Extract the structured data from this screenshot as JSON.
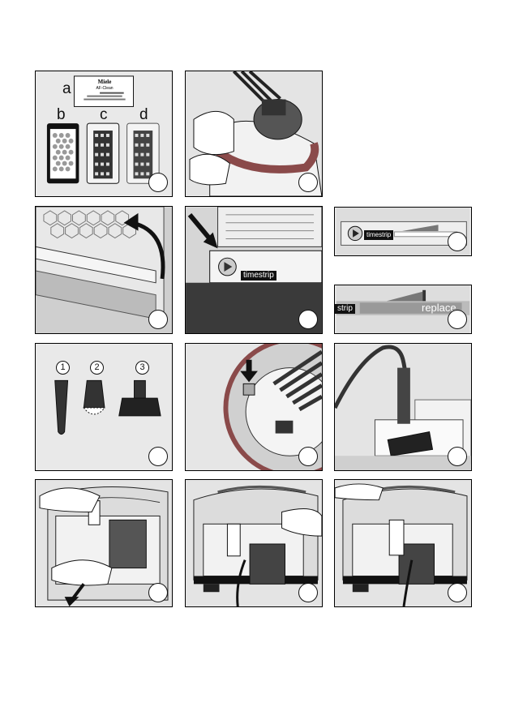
{
  "panels": {
    "p1": {
      "labels": [
        "a",
        "b",
        "c",
        "d"
      ],
      "card_brand": "Miele",
      "card_model": "AF-Clean"
    },
    "p5": {
      "strip_label": "timestrip"
    },
    "p6": {
      "strip_label": "timestrip"
    },
    "p7": {
      "left_label": "strip",
      "right_label": "replace"
    },
    "p8": {
      "tool_numbers": [
        "1",
        "2",
        "3"
      ]
    }
  }
}
